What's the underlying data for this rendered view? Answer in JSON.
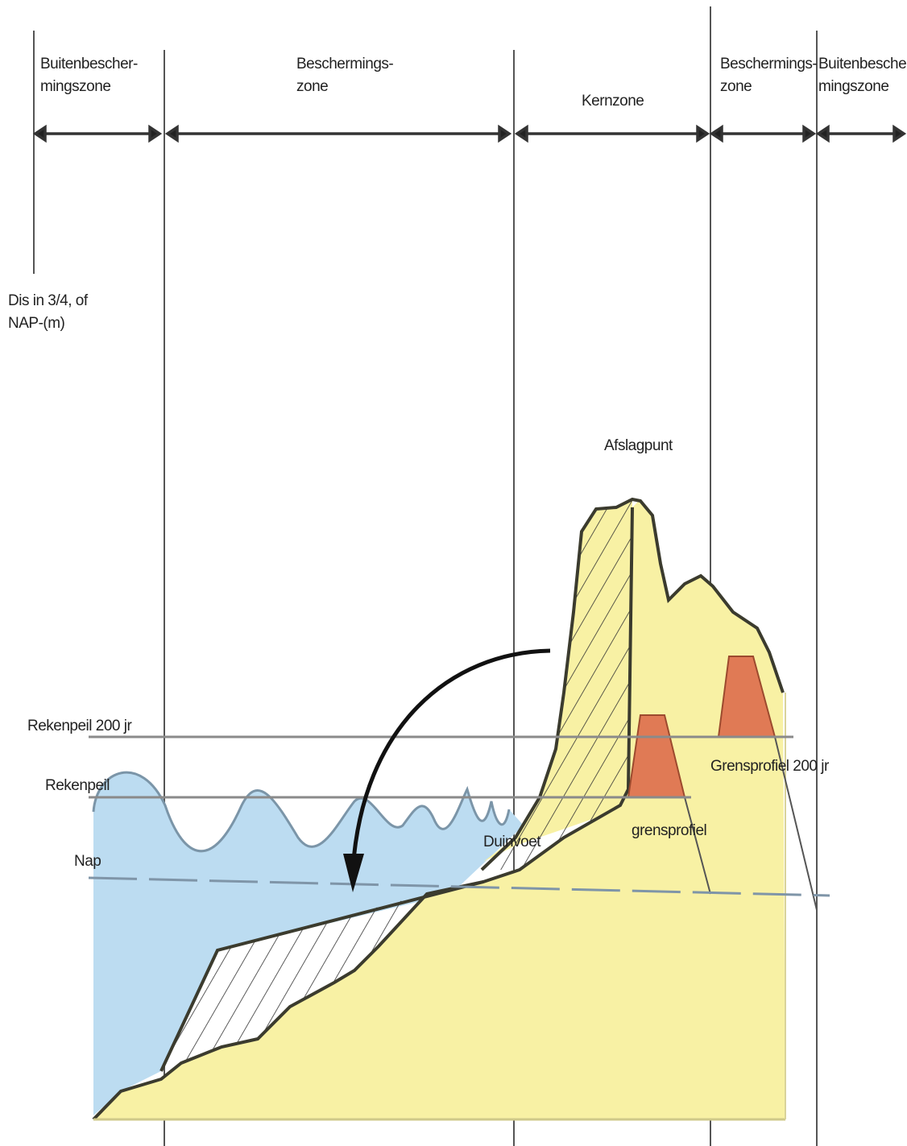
{
  "zones": [
    {
      "label_line1": "Buitenbescher-",
      "label_line2": "mingszone"
    },
    {
      "label_line1": "Beschermings-",
      "label_line2": "zone"
    },
    {
      "label_line1": "Kernzone",
      "label_line2": ""
    },
    {
      "label_line1": "Beschermings-",
      "label_line2": "zone"
    },
    {
      "label_line1": "Buitenbescher-",
      "label_line2": "mingszone"
    }
  ],
  "axis_note": {
    "line1": "Dis in 3/4, of",
    "line2": "NAP-(m)"
  },
  "labels": {
    "afslagpunt": "Afslagpunt",
    "rekenpeil_200y": "Rekenpeil 200 jr",
    "rekenpeil": "Rekenpeil",
    "nap": "Nap",
    "duinvoet": "Duinvoet",
    "grensprofiel": "grensprofiel",
    "grensprofiel_200y": "Grensprofiel 200 jr"
  },
  "colors": {
    "sea": "#bcdcf1",
    "sand": "#f8f1a4",
    "profile": "#e07a55",
    "line": "#333333"
  }
}
